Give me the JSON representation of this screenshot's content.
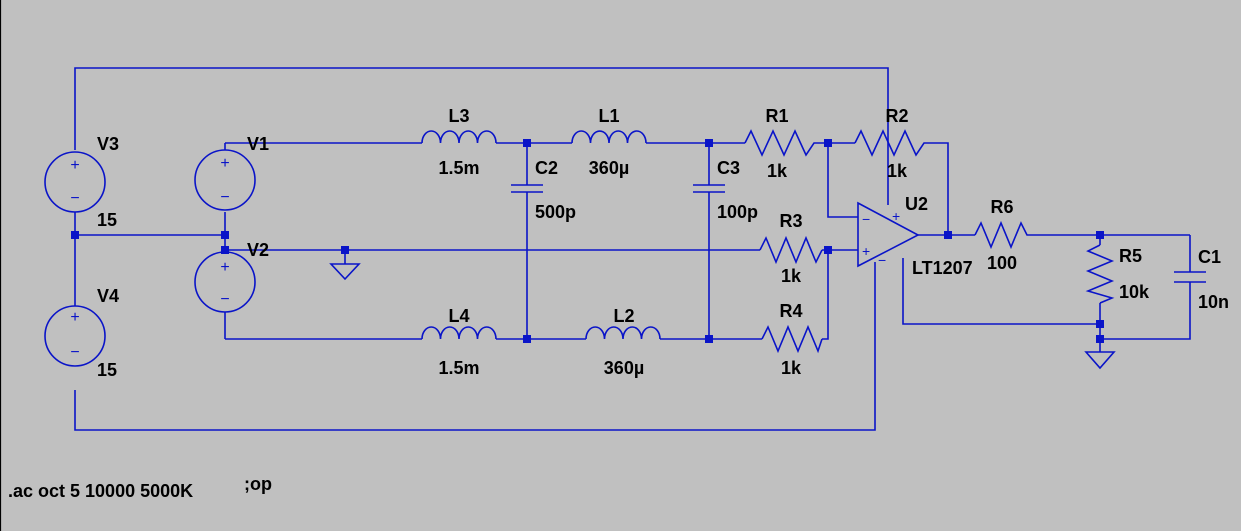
{
  "components": {
    "V3": {
      "name": "V3",
      "value": "15"
    },
    "V4": {
      "name": "V4",
      "value": "15"
    },
    "V1": {
      "name": "V1"
    },
    "V2": {
      "name": "V2"
    },
    "L3": {
      "name": "L3",
      "value": "1.5m"
    },
    "L1": {
      "name": "L1",
      "value": "360µ"
    },
    "L4": {
      "name": "L4",
      "value": "1.5m"
    },
    "L2": {
      "name": "L2",
      "value": "360µ"
    },
    "C2": {
      "name": "C2",
      "value": "500p"
    },
    "C3": {
      "name": "C3",
      "value": "100p"
    },
    "R1": {
      "name": "R1",
      "value": "1k"
    },
    "R2": {
      "name": "R2",
      "value": "1k"
    },
    "R3": {
      "name": "R3",
      "value": "1k"
    },
    "R4": {
      "name": "R4",
      "value": "1k"
    },
    "R5": {
      "name": "R5",
      "value": "10k"
    },
    "R6": {
      "name": "R6",
      "value": "100"
    },
    "C1": {
      "name": "C1",
      "value": "10n"
    },
    "U2": {
      "name": "U2",
      "value": "LT1207"
    }
  },
  "symbols": {
    "plus": "+",
    "minus": "−"
  },
  "directives": {
    "ac": ".ac oct 5 10000 5000K",
    "op": ";op"
  }
}
